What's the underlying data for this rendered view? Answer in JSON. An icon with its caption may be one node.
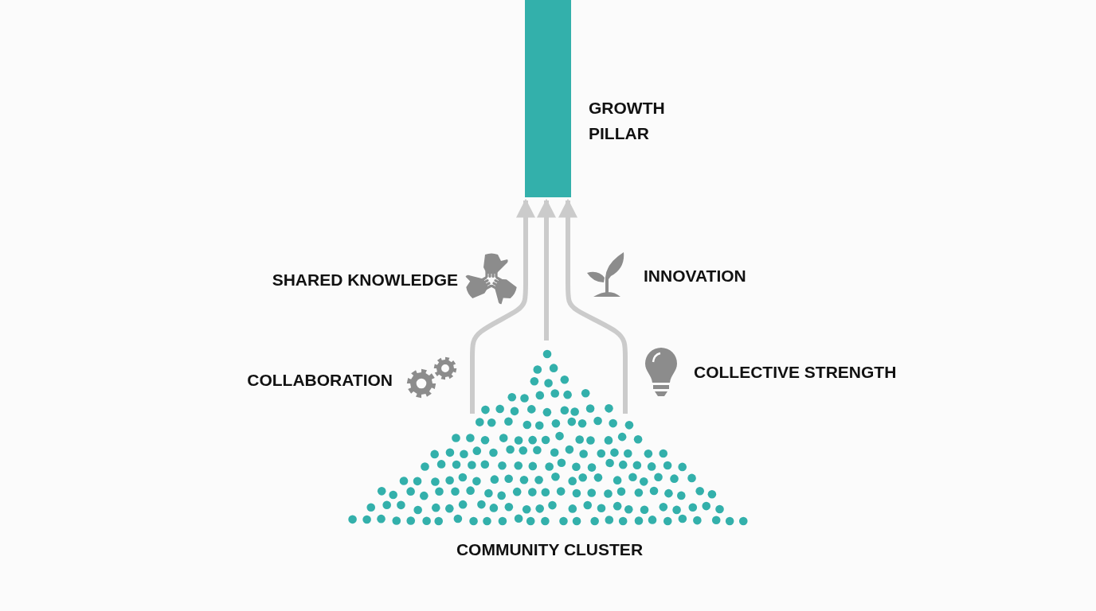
{
  "diagram": {
    "nodes": [
      {
        "text": [
          "GROWTH PILLAR"
        ]
      },
      {
        "text": [
          "COMMUNITY CLUSTER"
        ]
      }
    ],
    "edges": [
      {
        "from": 1,
        "to": 0,
        "arrow": "to"
      },
      {
        "from": 1,
        "to": 0,
        "arrow": "to"
      },
      {
        "from": 1,
        "to": 0,
        "arrow": "to"
      }
    ],
    "labels": [
      "SHARED KNOWLEDGE",
      "INNOVATION",
      "COLLABORATION",
      "COLLECTIVE STRENGTH"
    ]
  }
}
